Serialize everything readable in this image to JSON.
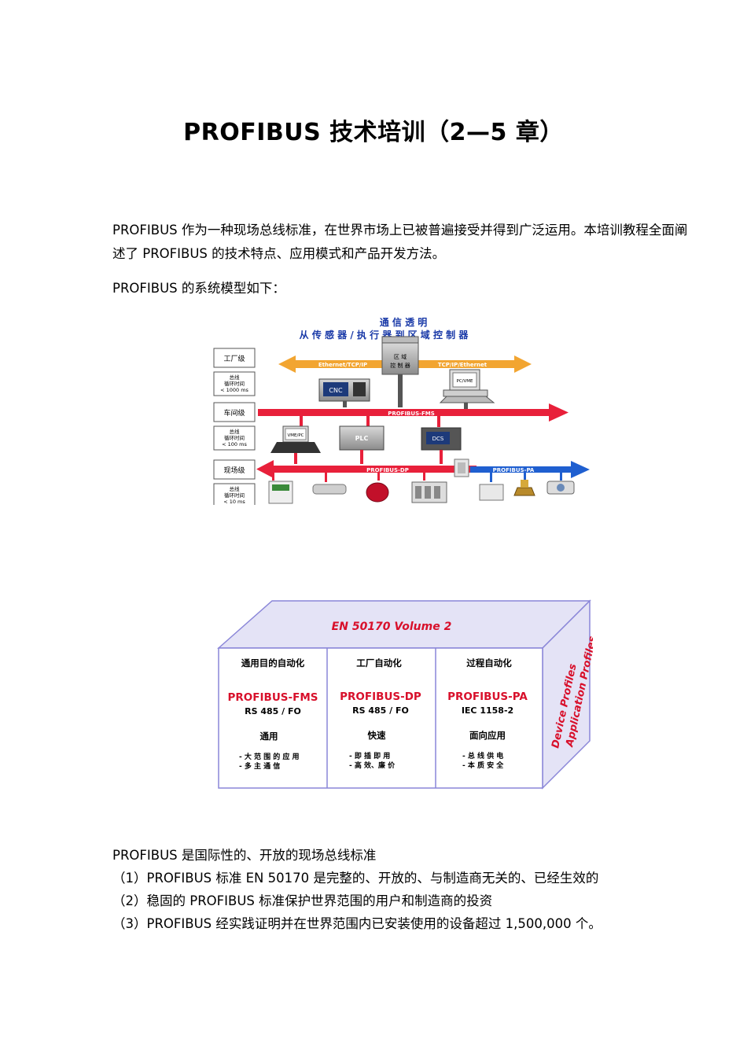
{
  "title": "PROFIBUS 技术培训（2—5 章）",
  "intro_text": "PROFIBUS 作为一种现场总线标准，在世界市场上已被普遍接受并得到广泛运用。本培训教程全面阐述了 PROFIBUS 的技术特点、应用模式和产品开发方法。",
  "model_caption": "PROFIBUS 的系统模型如下：",
  "system_diagram": {
    "header_line1": "通 信 透 明",
    "header_line2": "从 传 感 器 / 执 行 器 到 区 域 控 制 器",
    "levels": [
      {
        "name": "工厂级",
        "cycle": [
          "总线",
          "循环时间",
          "< 1000 ms"
        ]
      },
      {
        "name": "车间级",
        "cycle": [
          "总线",
          "循环时间",
          "< 100 ms"
        ]
      },
      {
        "name": "现场级",
        "cycle": [
          "总线",
          "循环时间",
          "< 10 ms"
        ]
      }
    ],
    "area_controller": [
      "区 域",
      "控 制 器"
    ],
    "ethernet_left": "Ethernet/TCP/IP",
    "ethernet_right": "TCP/IP/Ethernet",
    "fms_bus": "PROFIBUS-FMS",
    "dp_bus": "PROFIBUS-DP",
    "pa_bus": "PROFIBUS-PA",
    "devices": {
      "cnc": "CNC",
      "pcvme": "PC/VME",
      "vmepc": "VME/PC",
      "plc": "PLC",
      "dcs": "DCS"
    },
    "colors": {
      "ethernet": "#f2a531",
      "fms": "#e8203a",
      "dp": "#e8203a",
      "pa": "#1f5fd0",
      "header": "#1a3aa8"
    }
  },
  "standard_diagram": {
    "header": "EN 50170 Volume 2",
    "side_text_1": "Device Profiles",
    "side_text_2": "Application Profiles",
    "columns": [
      {
        "category": "通用目的自动化",
        "name": "PROFIBUS-FMS",
        "spec": "RS 485 / FO",
        "feature": "通用",
        "bullets": [
          "- 大 范 围 的 应 用",
          "- 多 主 通 信"
        ]
      },
      {
        "category": "工厂自动化",
        "name": "PROFIBUS-DP",
        "spec": "RS 485 / FO",
        "feature": "快速",
        "bullets": [
          "- 即 插 即 用",
          "- 高 效、廉 价"
        ]
      },
      {
        "category": "过程自动化",
        "name": "PROFIBUS-PA",
        "spec": "IEC 1158-2",
        "feature": "面向应用",
        "bullets": [
          "- 总 线 供 电",
          "- 本 质 安 全"
        ]
      }
    ],
    "colors": {
      "header": "#d8102b",
      "name": "#d8102b",
      "box_edge": "#8a86d8",
      "box_fill": "#e4e3f6"
    }
  },
  "standard_paragraph": {
    "lead": "PROFIBUS 是国际性的、开放的现场总线标准",
    "items": [
      "（1）PROFIBUS 标准  EN 50170 是完整的、开放的、与制造商无关的、已经生效的",
      "（2）稳固的  PROFIBUS 标准保护世界范围的用户和制造商的投资",
      "（3）PROFIBUS 经实践证明并在世界范围内已安装使用的设备超过 1,500,000 个。"
    ]
  }
}
